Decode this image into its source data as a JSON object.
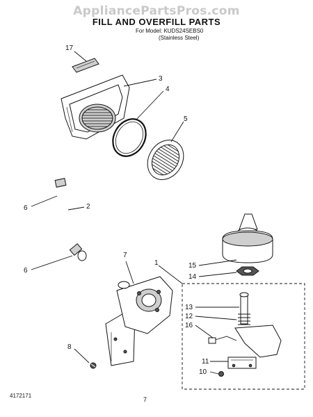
{
  "watermark": "AppliancePartsPros.com",
  "header": {
    "title": "FILL AND OVERFILL PARTS",
    "model_line": "For Model: KUDS24SEBS0",
    "variant_line": "(Stainless Steel)"
  },
  "callouts": {
    "c1": "1",
    "c2": "2",
    "c3": "3",
    "c4": "4",
    "c5": "5",
    "c6a": "6",
    "c6b": "6",
    "c7": "7",
    "c8": "8",
    "c10": "10",
    "c11": "11",
    "c12": "12",
    "c13": "13",
    "c14": "14",
    "c15": "15",
    "c16": "16",
    "c17": "17"
  },
  "footer": {
    "doc_number": "4172171",
    "page_number": "7"
  }
}
